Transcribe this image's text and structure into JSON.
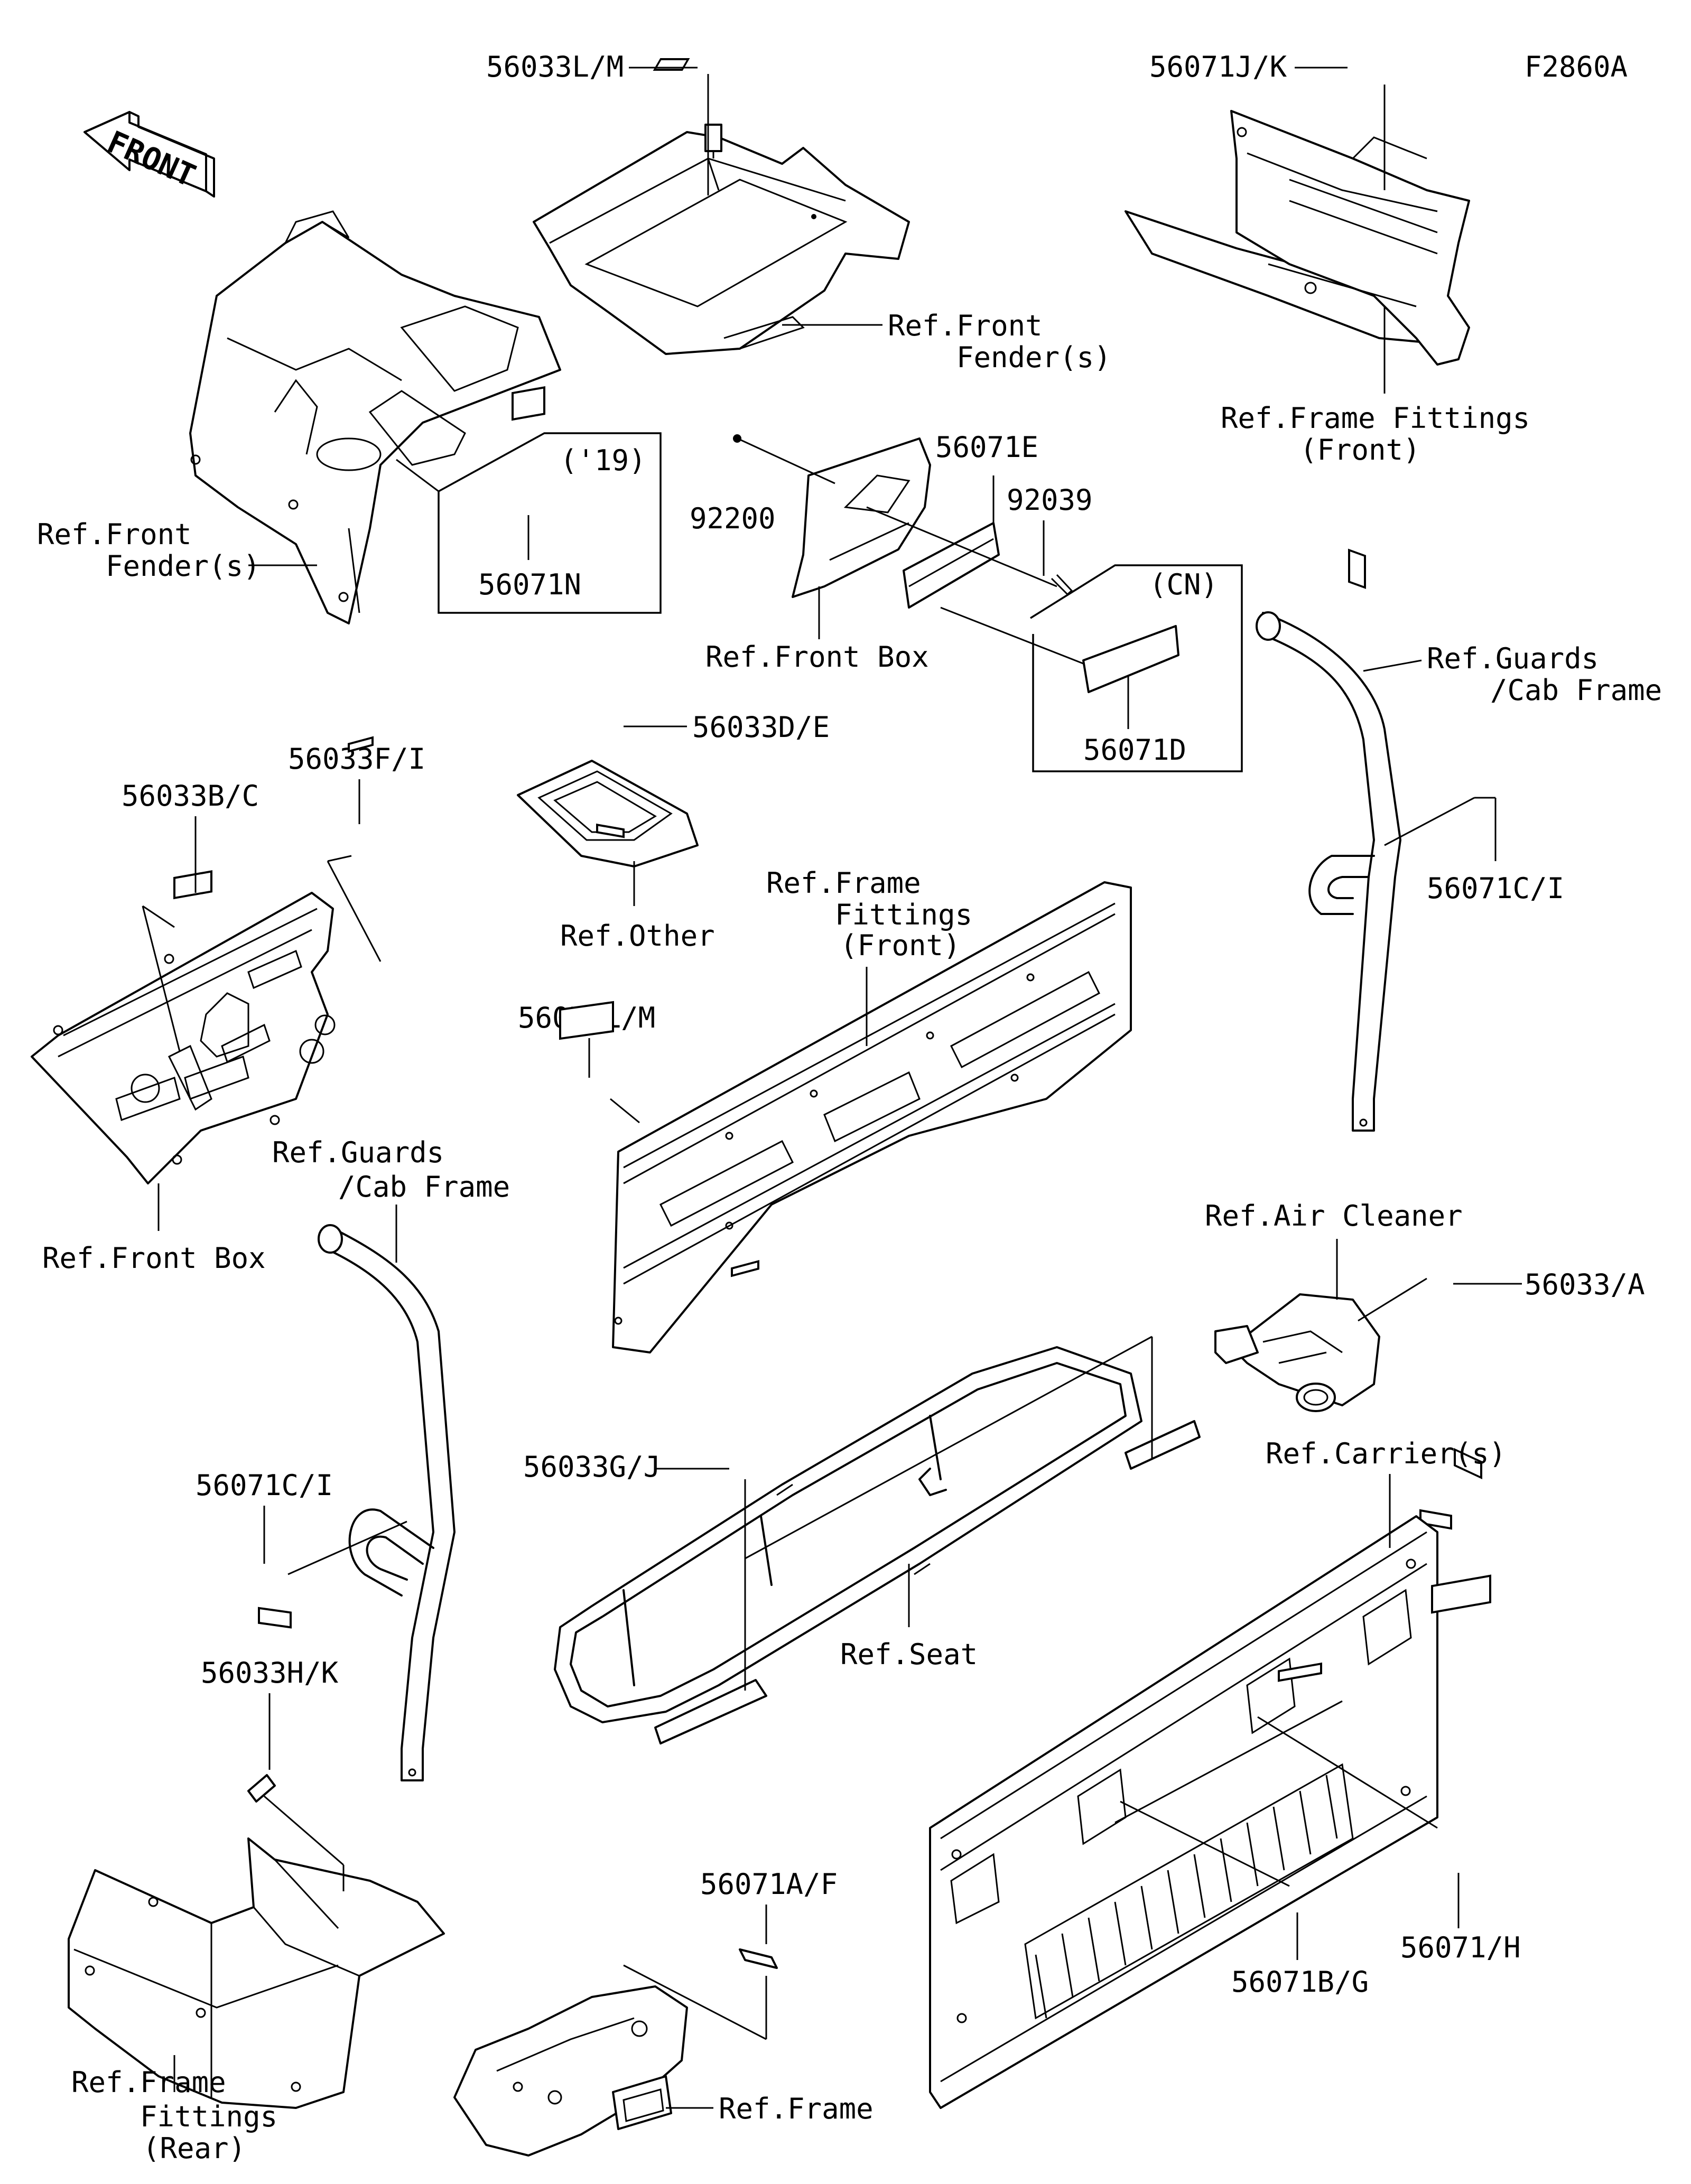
{
  "diagram_code": "F2860A",
  "front_arrow": {
    "label": "FRONT"
  },
  "labels": {
    "p56033LM": "56033L/M",
    "refFrontFenders1_a": "Ref.Front",
    "refFrontFenders1_b": "Fender(s)",
    "p56071JK": "56071J/K",
    "refFrameFittingsFront1_a": "Ref.Frame Fittings",
    "refFrameFittingsFront1_b": "(Front)",
    "year19": "('19)",
    "p56071N": "56071N",
    "refFrontFenders2_a": "Ref.Front",
    "refFrontFenders2_b": "Fender(s)",
    "p92200": "92200",
    "p56071E": "56071E",
    "p92039": "92039",
    "cn": "(CN)",
    "p56071D": "56071D",
    "refFrontBox1": "Ref.Front Box",
    "refGuardsCab1_a": "Ref.Guards",
    "refGuardsCab1_b": "/Cab Frame",
    "p56071CI_1": "56071C/I",
    "p56033DE": "56033D/E",
    "refOther": "Ref.Other",
    "p56033BC": "56033B/C",
    "p56033FI": "56033F/I",
    "refFrameFittingsFront2_a": "Ref.Frame",
    "refFrameFittingsFront2_b": "Fittings",
    "refFrameFittingsFront2_c": "(Front)",
    "p56071LM": "56071L/M",
    "refFrontBox2": "Ref.Front Box",
    "refGuardsCab2_a": "Ref.Guards",
    "refGuardsCab2_b": "/Cab Frame",
    "refAirCleaner": "Ref.Air Cleaner",
    "p56033A": "56033/A",
    "p56033GJ": "56033G/J",
    "refCarriers": "Ref.Carrier(s)",
    "p56071CI_2": "56071C/I",
    "refSeat": "Ref.Seat",
    "p56033HK": "56033H/K",
    "p56071AF": "56071A/F",
    "p56071BG": "56071B/G",
    "p56071H": "56071/H",
    "refFrameFittingsRear_a": "Ref.Frame",
    "refFrameFittingsRear_b": "Fittings",
    "refFrameFittingsRear_c": "(Rear)",
    "refFrame": "Ref.Frame"
  }
}
